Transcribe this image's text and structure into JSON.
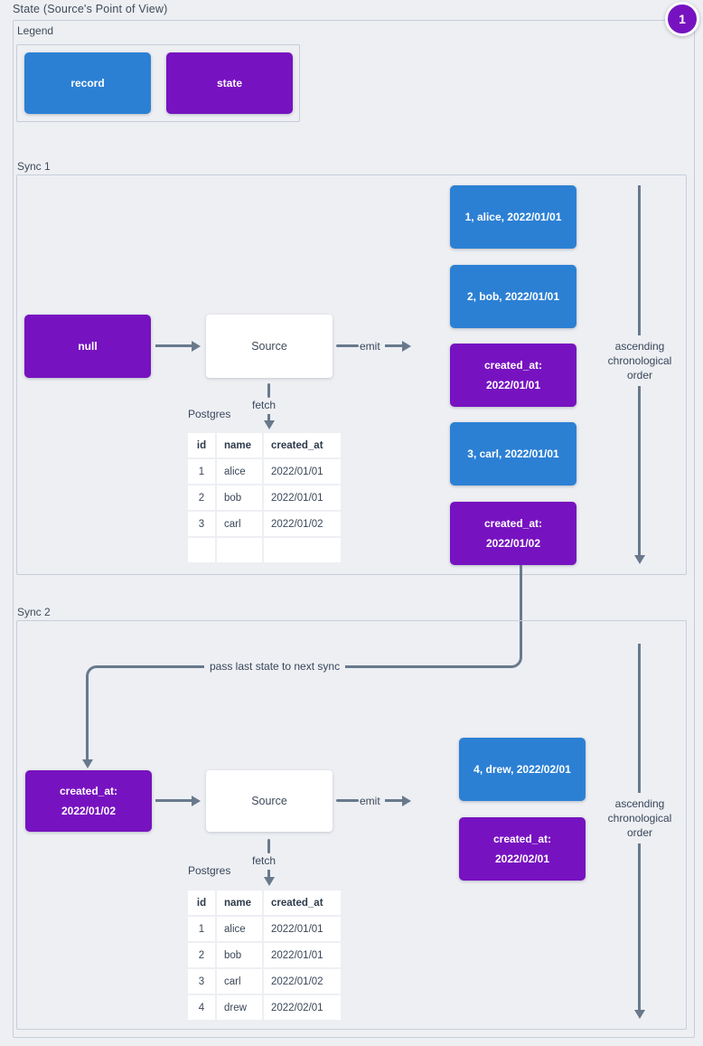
{
  "page": {
    "title": "State (Source's Point of View)",
    "annotation_badge": "1"
  },
  "colors": {
    "record_blue": "#2c80d4",
    "state_purple": "#7712c0",
    "arrow_gray": "#68798c",
    "background": "#edeff3"
  },
  "legend": {
    "label": "Legend",
    "record_label": "record",
    "state_label": "state"
  },
  "sync1": {
    "label": "Sync 1",
    "input_state": "null",
    "source": "Source",
    "emit": "emit",
    "fetch": "fetch",
    "database": "Postgres",
    "table": {
      "headers": [
        "id",
        "name",
        "created_at"
      ],
      "rows": [
        [
          "1",
          "alice",
          "2022/01/01"
        ],
        [
          "2",
          "bob",
          "2022/01/01"
        ],
        [
          "3",
          "carl",
          "2022/01/02"
        ],
        [
          "",
          "",
          ""
        ]
      ]
    },
    "emitted": [
      {
        "kind": "record",
        "text": "1, alice, 2022/01/01"
      },
      {
        "kind": "record",
        "text": "2, bob, 2022/01/01"
      },
      {
        "kind": "state",
        "text": "created_at:\n2022/01/01"
      },
      {
        "kind": "record",
        "text": "3, carl, 2022/01/01"
      },
      {
        "kind": "state",
        "text": "created_at:\n2022/01/02"
      }
    ],
    "order_note": "ascending chronological order"
  },
  "connector": {
    "label": "pass last state to next sync"
  },
  "sync2": {
    "label": "Sync 2",
    "input_state": "created_at:\n2022/01/02",
    "source": "Source",
    "emit": "emit",
    "fetch": "fetch",
    "database": "Postgres",
    "table": {
      "headers": [
        "id",
        "name",
        "created_at"
      ],
      "rows": [
        [
          "1",
          "alice",
          "2022/01/01"
        ],
        [
          "2",
          "bob",
          "2022/01/01"
        ],
        [
          "3",
          "carl",
          "2022/01/02"
        ],
        [
          "4",
          "drew",
          "2022/02/01"
        ]
      ]
    },
    "emitted": [
      {
        "kind": "record",
        "text": "4, drew, 2022/02/01"
      },
      {
        "kind": "state",
        "text": "created_at:\n2022/02/01"
      }
    ],
    "order_note": "ascending chronological order"
  }
}
